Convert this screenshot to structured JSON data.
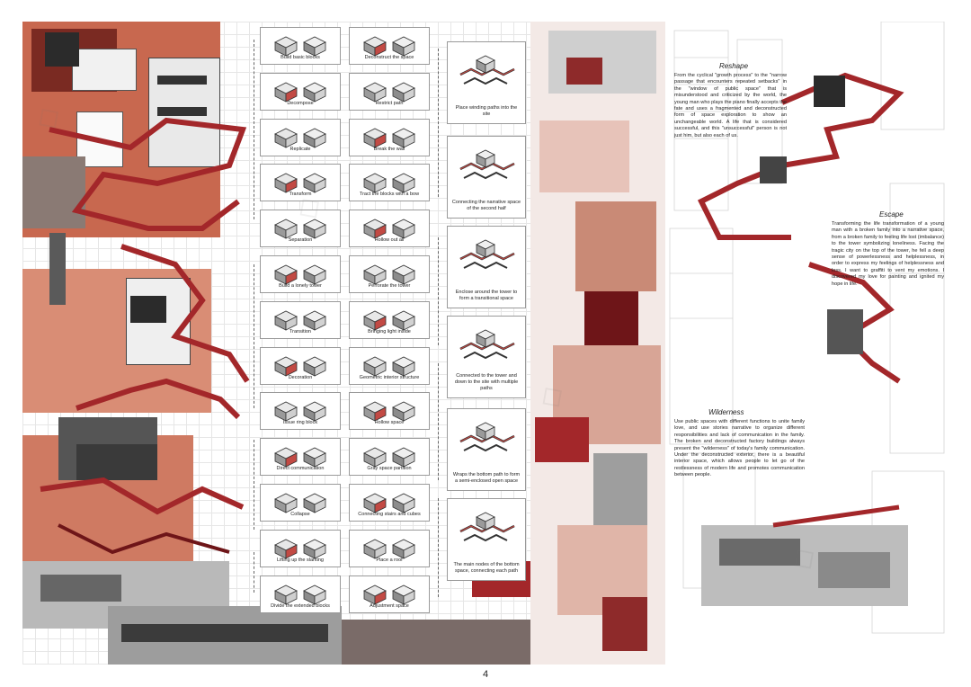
{
  "page_number": "4",
  "design_steps": [
    [
      "Build basic blocks",
      "Deconstruct the space"
    ],
    [
      "Decompose",
      "Restrict path"
    ],
    [
      "Replicate",
      "Break the wall"
    ],
    [
      "Transform",
      "Tract the blocks with a bow"
    ],
    [
      "Separation",
      "Hollow out all"
    ],
    [
      "Build a lonely tower",
      "Perforate the tower"
    ],
    [
      "Transition",
      "Bringing light inside"
    ],
    [
      "Decoration",
      "Geometric interior structure"
    ],
    [
      "Issue ring block",
      "Hollow space"
    ],
    [
      "Direct communication",
      "Gray space partition"
    ],
    [
      "Collapse",
      "Connecting stairs and cubes"
    ],
    [
      "Lifting up the slanting",
      "Place a roof"
    ],
    [
      "Divide the extended blocks",
      "Adjustment space"
    ]
  ],
  "stage_steps": [
    "Place winding paths into the site",
    "Connecting the narrative space of the second half",
    "Enclose around the tower to form a transitional space",
    "Connected to the tower and down to the site with multiple paths",
    "Wraps the bottom path to form a semi-enclosed open space",
    "The main nodes of the bottom space, connecting each path"
  ],
  "sections": {
    "reshape": {
      "title": "Reshape",
      "text": "From the cyclical \"growth process\" to the \"narrow passage that encounters repeated setbacks\" in the \"window of public space\" that is misunderstood and criticized by the world, the young man who plays the piano finally accepts the fate and uses a fragmented and deconstructed form of space exploration to show an unchangeable world. A life that is considered successful, and this \"unsuccessful\" person is not just him, but also each of us."
    },
    "escape": {
      "title": "Escape",
      "text": "Transforming the life transformation of a young man with a broken family into a narrative space, from a broken family to feeling life lost (imbalance) to the tower symbolizing loneliness. Facing the tragic city on the top of the tower, he fell a deep sense of powerlessness and helplessness, in order to express my feelings of helplessness and loss. I want to graffiti to vent my emotions. I discovered my love for painting and ignited my hope in life."
    },
    "wilderness": {
      "title": "Wilderness",
      "text": "Use public spaces with different functions to unite family love, and use stories narrative to organize different responsibilities and lack of communication in the family. The broken and deconstructed factory buildings always present the \"wilderness\" of today's family communication. Under the deconstructed exterior, there is a beautiful interior space, which allows people to let go of the restlessness of modern life and promotes communication between people."
    }
  },
  "colors": {
    "accent_red": "#a3272a",
    "dark_red": "#6e1518",
    "salmon": "#d9846a",
    "gray": "#8c8c8c",
    "dark": "#2b2b2b"
  }
}
